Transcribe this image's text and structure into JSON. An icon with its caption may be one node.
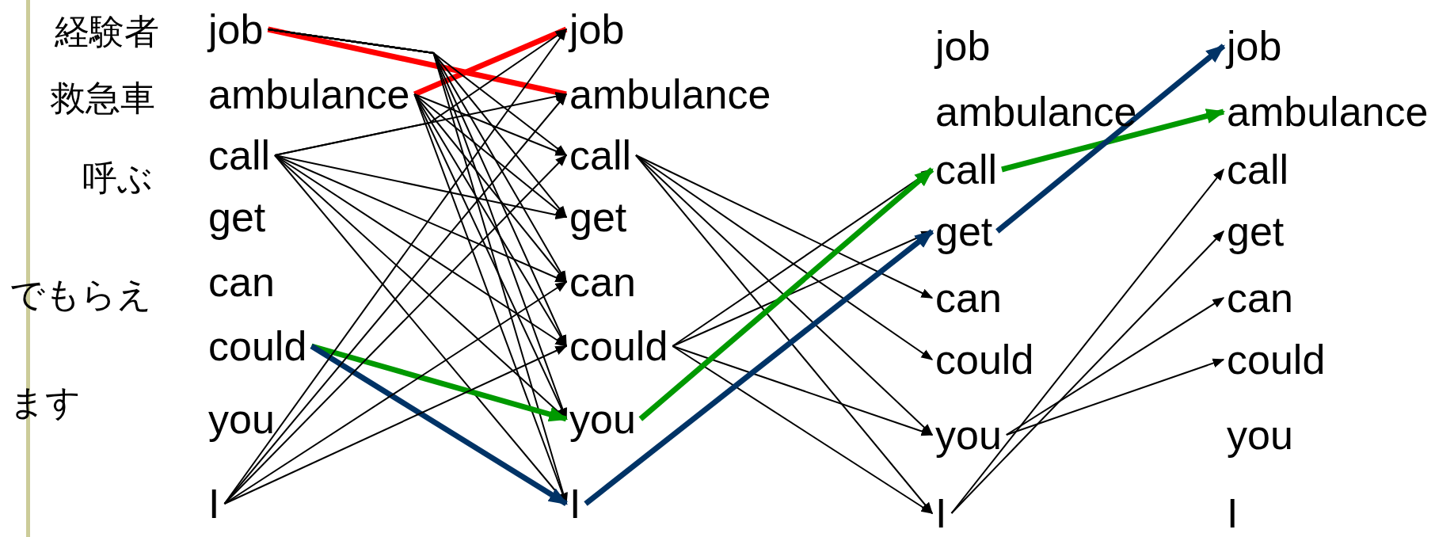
{
  "diagram": {
    "nodes": [
      {
        "text": [
          "job"
        ]
      },
      {
        "text": [
          "ambulance"
        ]
      },
      {
        "text": [
          "call"
        ]
      },
      {
        "text": [
          "get"
        ]
      },
      {
        "text": [
          "can"
        ]
      },
      {
        "text": [
          "could"
        ]
      },
      {
        "text": [
          "you"
        ]
      },
      {
        "text": [
          "I"
        ]
      },
      {
        "text": [
          "job"
        ]
      },
      {
        "text": [
          "ambulance"
        ]
      },
      {
        "text": [
          "call"
        ]
      },
      {
        "text": [
          "get"
        ]
      },
      {
        "text": [
          "can"
        ]
      },
      {
        "text": [
          "could"
        ]
      },
      {
        "text": [
          "you"
        ]
      },
      {
        "text": [
          "I"
        ]
      },
      {
        "text": [
          "job"
        ]
      },
      {
        "text": [
          "ambulance"
        ]
      },
      {
        "text": [
          "call"
        ]
      },
      {
        "text": [
          "get"
        ]
      },
      {
        "text": [
          "can"
        ]
      },
      {
        "text": [
          "could"
        ]
      },
      {
        "text": [
          "you"
        ]
      },
      {
        "text": [
          "I"
        ]
      },
      {
        "text": [
          "job"
        ]
      },
      {
        "text": [
          "ambulance"
        ]
      },
      {
        "text": [
          "call"
        ]
      },
      {
        "text": [
          "get"
        ]
      },
      {
        "text": [
          "can"
        ]
      },
      {
        "text": [
          "could"
        ]
      },
      {
        "text": [
          "you"
        ]
      },
      {
        "text": [
          "I"
        ]
      }
    ],
    "edges": [
      {
        "from": 0,
        "to": 9,
        "arrow": "none",
        "style": "thick",
        "color": "#ff0000"
      },
      {
        "from": 1,
        "to": 8,
        "arrow": "none",
        "style": "thick",
        "color": "#ff0000"
      },
      {
        "from": 0,
        "to": 10,
        "arrow": "to"
      },
      {
        "from": 0,
        "to": 11,
        "arrow": "to"
      },
      {
        "from": 0,
        "to": 12,
        "arrow": "to"
      },
      {
        "from": 0,
        "to": 13,
        "arrow": "to"
      },
      {
        "from": 0,
        "to": 14,
        "arrow": "to"
      },
      {
        "from": 0,
        "to": 15,
        "arrow": "to"
      },
      {
        "from": 1,
        "to": 10,
        "arrow": "to"
      },
      {
        "from": 1,
        "to": 11,
        "arrow": "to"
      },
      {
        "from": 1,
        "to": 12,
        "arrow": "to"
      },
      {
        "from": 1,
        "to": 13,
        "arrow": "to"
      },
      {
        "from": 1,
        "to": 14,
        "arrow": "to"
      },
      {
        "from": 1,
        "to": 15,
        "arrow": "to"
      },
      {
        "from": 2,
        "to": 8,
        "arrow": "to"
      },
      {
        "from": 2,
        "to": 9,
        "arrow": "to"
      },
      {
        "from": 2,
        "to": 11,
        "arrow": "to"
      },
      {
        "from": 2,
        "to": 12,
        "arrow": "to"
      },
      {
        "from": 2,
        "to": 13,
        "arrow": "to"
      },
      {
        "from": 2,
        "to": 14,
        "arrow": "to"
      },
      {
        "from": 2,
        "to": 15,
        "arrow": "to"
      },
      {
        "from": 5,
        "to": 14,
        "arrow": "to",
        "style": "thick",
        "color": "#009900"
      },
      {
        "from": 5,
        "to": 15,
        "arrow": "to",
        "style": "thick",
        "color": "#003366"
      },
      {
        "from": 7,
        "to": 8,
        "arrow": "to"
      },
      {
        "from": 7,
        "to": 9,
        "arrow": "to"
      },
      {
        "from": 7,
        "to": 10,
        "arrow": "to"
      },
      {
        "from": 7,
        "to": 12,
        "arrow": "to"
      },
      {
        "from": 7,
        "to": 13,
        "arrow": "to"
      },
      {
        "from": 10,
        "to": 20,
        "arrow": "to"
      },
      {
        "from": 10,
        "to": 21,
        "arrow": "to"
      },
      {
        "from": 10,
        "to": 22,
        "arrow": "to"
      },
      {
        "from": 10,
        "to": 23,
        "arrow": "to"
      },
      {
        "from": 13,
        "to": 18,
        "arrow": "to"
      },
      {
        "from": 13,
        "to": 19,
        "arrow": "to"
      },
      {
        "from": 13,
        "to": 22,
        "arrow": "to"
      },
      {
        "from": 13,
        "to": 23,
        "arrow": "to"
      },
      {
        "from": 14,
        "to": 18,
        "arrow": "to",
        "style": "thick",
        "color": "#009900"
      },
      {
        "from": 15,
        "to": 19,
        "arrow": "to",
        "style": "thick",
        "color": "#003366"
      },
      {
        "from": 18,
        "to": 25,
        "arrow": "to",
        "style": "thick",
        "color": "#009900"
      },
      {
        "from": 19,
        "to": 24,
        "arrow": "to",
        "style": "thick",
        "color": "#003366"
      },
      {
        "from": 22,
        "to": 28,
        "arrow": "to"
      },
      {
        "from": 22,
        "to": 29,
        "arrow": "to"
      },
      {
        "from": 23,
        "to": 26,
        "arrow": "to"
      },
      {
        "from": 23,
        "to": 27,
        "arrow": "to"
      }
    ],
    "labels": [
      "経験者",
      "救急車",
      "呼ぶ",
      "でもらえ",
      "ます"
    ]
  }
}
